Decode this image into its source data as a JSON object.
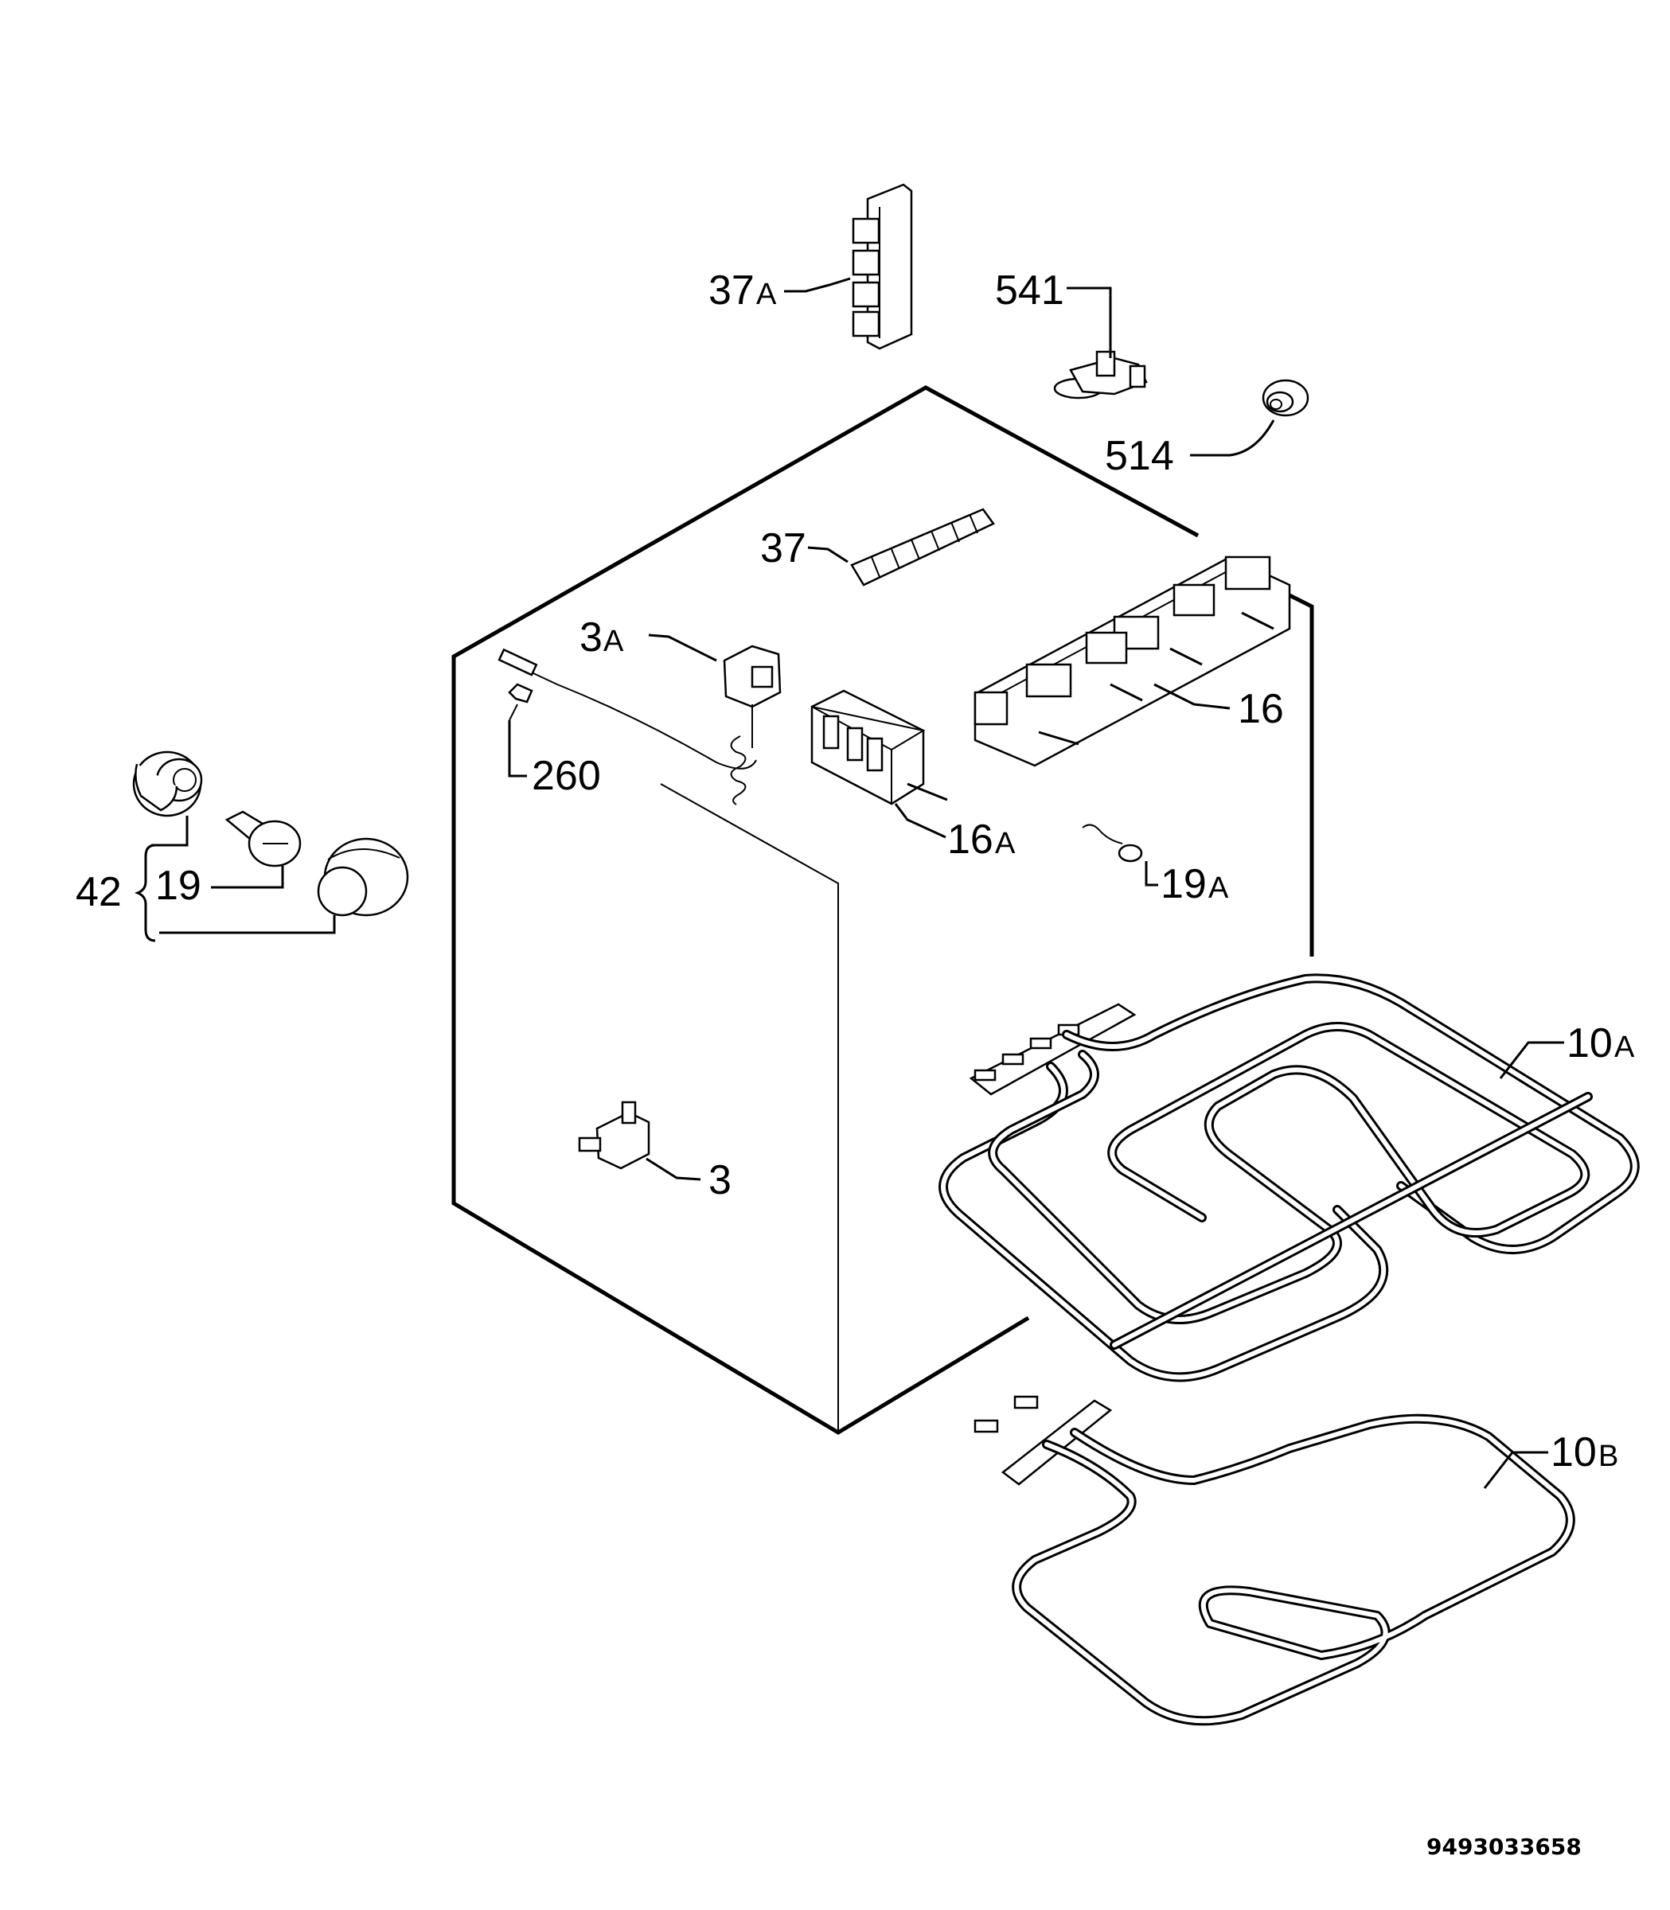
{
  "labels": {
    "p37a_num": "37",
    "p37a_suffix": "A",
    "p541": "541",
    "p514": "514",
    "p37": "37",
    "p3a_num": "3",
    "p3a_suffix": "A",
    "p16": "16",
    "p260": "260",
    "p16a_num": "16",
    "p16a_suffix": "A",
    "p19a_num": "19",
    "p19a_suffix": "A",
    "p42": "42",
    "p19": "19",
    "p10a_num": "10",
    "p10a_suffix": "A",
    "p3": "3",
    "p10b_num": "10",
    "p10b_suffix": "B"
  },
  "document_number": "9493033658"
}
